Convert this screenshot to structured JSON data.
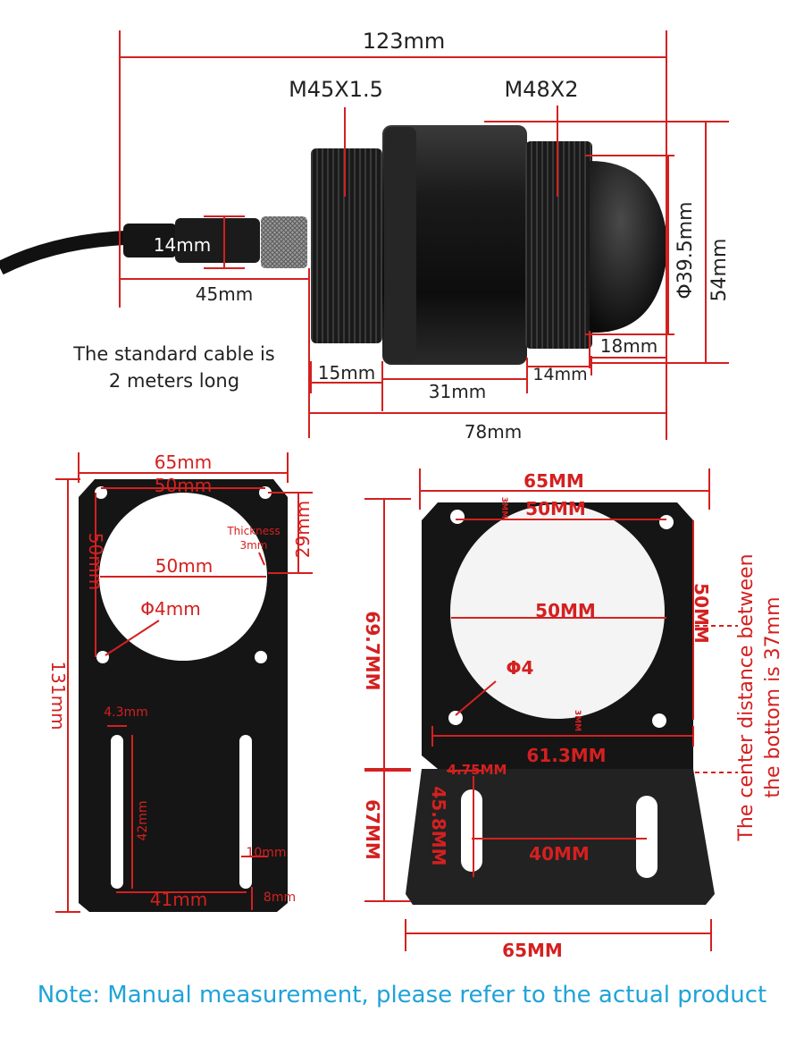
{
  "product_dims": {
    "total_length": "123mm",
    "thread_rear": "M45X1.5",
    "thread_front": "M48X2",
    "cable_dia": "14mm",
    "connector_length": "45mm",
    "dome_dia": "Φ39.5mm",
    "overall_dia": "54mm",
    "dome_length": "18mm",
    "rear_thread_length": "15mm",
    "body_length": "31mm",
    "front_thread_length": "14mm",
    "housing_length": "78mm"
  },
  "cable_note": {
    "line1": "The standard cable is",
    "line2": "2 meters long"
  },
  "flat_bracket": {
    "width": "65mm",
    "hole_spacing_top": "50mm",
    "hole_spacing_side": "50mm",
    "top_offset": "29mm",
    "thickness_label": "Thickness",
    "thickness_value": "3mm",
    "circle_dia": "50mm",
    "hole_dia": "Φ4mm",
    "height": "131mm",
    "slot_width": "4.3mm",
    "slot_length": "42mm",
    "slot_side": "10mm",
    "slot_spacing": "41mm",
    "bottom_offset": "8mm"
  },
  "l_bracket": {
    "width_top": "65MM",
    "thickness": "3MM",
    "hole_spacing_top": "50MM",
    "hole_spacing_side": "50MM",
    "circle_dia": "50MM",
    "hole_dia": "Φ4",
    "thickness_2": "3MM",
    "upright_height": "69.7MM",
    "hole_span": "61.3MM",
    "slot_width": "4.75MM",
    "slot_length": "45.8MM",
    "base_depth": "67MM",
    "slot_spacing": "40MM",
    "width_bottom": "65MM",
    "center_note_line1": "The center distance between",
    "center_note_line2": "the bottom is 37mm"
  },
  "note": "Note: Manual measurement, please refer to the actual product"
}
